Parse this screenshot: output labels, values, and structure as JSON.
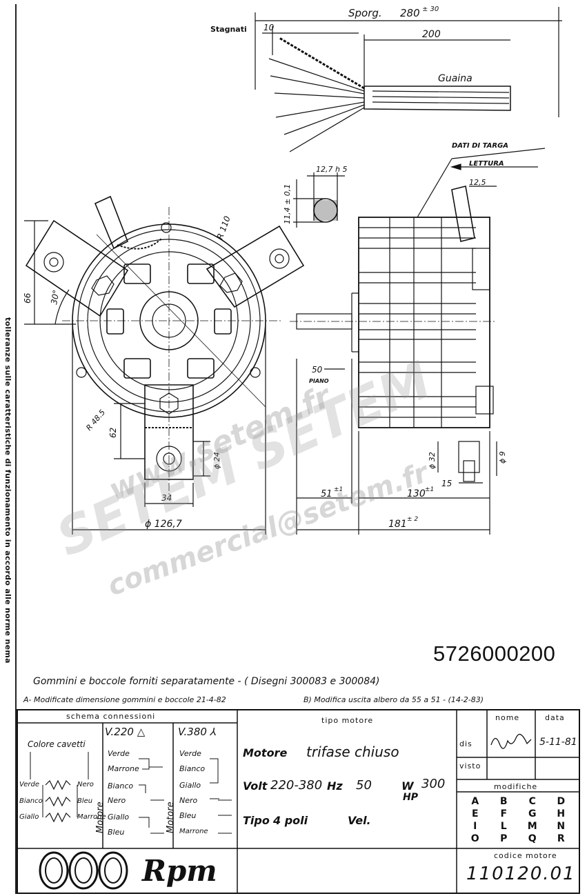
{
  "side_note": "tolleranze sulle caratteristiche di funzionamento in accordo alle norme nema",
  "top_drawing": {
    "sporg_label": "Sporg.",
    "sporg_value": "280",
    "sporg_tol": "± 30",
    "stagnati_label": "Stagnati",
    "stagnati_value": "10",
    "length_200": "200",
    "guaina_label": "Guaina"
  },
  "front_view": {
    "r110": "R 110",
    "r485": "R 48.5",
    "dim_66": "66",
    "angle_30": "30°",
    "dim_62": "62",
    "dim_34": "34",
    "phi24": "ϕ 24",
    "phi1267": "ϕ 126,7"
  },
  "shaft_detail": {
    "dim_127": "12,7 h 5",
    "dim_114": "11,4 ± 0,1"
  },
  "side_view": {
    "dati_di_targa": "DATI DI TARGA",
    "lettura": "LETTURA",
    "dim_125": "12,5",
    "dim_50": "50",
    "piano": "PIANO",
    "dim_51": "51",
    "dim_51_tol": "±1",
    "dim_130": "130",
    "dim_130_tol": "±1",
    "dim_15": "15",
    "dim_181": "181",
    "dim_181_tol": "± 2",
    "phi32": "ϕ 32",
    "phi9": "ϕ 9"
  },
  "code": "5726000200",
  "notes": {
    "gommini": "Gommini e boccole forniti separatamente - ( Disegni 300083 e 300084)",
    "mod_a": "A- Modificate dimensione gommini e boccole 21-4-82",
    "mod_b": "B) Modifica uscita albero da 55 a 51 - (14-2-83)"
  },
  "table": {
    "schema_title": "schema  connessioni",
    "colore_cavetti": "Colore cavetti",
    "v220": "V.220 △",
    "v380": "V.380 ⅄",
    "left_labels": [
      "Verde",
      "Bianco",
      "Giallo"
    ],
    "right_labels": [
      "Nero",
      "Bleu",
      "Marrone"
    ],
    "motore": "Motore",
    "col220": [
      "Verde",
      "Marrone",
      "Bianco",
      "Nero",
      "Giallo",
      "Bleu"
    ],
    "col380": [
      "Verde",
      "Bianco",
      "Giallo",
      "Nero",
      "Bleu",
      "Marrone"
    ],
    "tipo_motore_title": "tipo motore",
    "motore_label": "Motore",
    "motore_value": "trifase chiuso",
    "volt_label": "Volt",
    "volt_value": "220-380",
    "hz_label": "Hz",
    "hz_value": "50",
    "w_label": "W",
    "w_value": "300",
    "hp_label": "HP",
    "tipo_label": "Tipo",
    "tipo_value": "4 poli",
    "vel_label": "Vel.",
    "nome_label": "nome",
    "data_label": "data",
    "dis_label": "dis",
    "dis_date": "5-11-81",
    "visto_label": "visto",
    "modifiche_label": "modifiche",
    "mod_grid": [
      [
        "A",
        "B",
        "C",
        "D"
      ],
      [
        "E",
        "F",
        "G",
        "H"
      ],
      [
        "I",
        "L",
        "M",
        "N"
      ],
      [
        "O",
        "P",
        "Q",
        "R"
      ]
    ],
    "logo_text": "Rpm",
    "codice_label": "codice motore",
    "codice_value": "110120.01"
  },
  "watermarks": [
    "www.setem.fr",
    "SETEM SETEM",
    "commercial@setem.fr"
  ]
}
